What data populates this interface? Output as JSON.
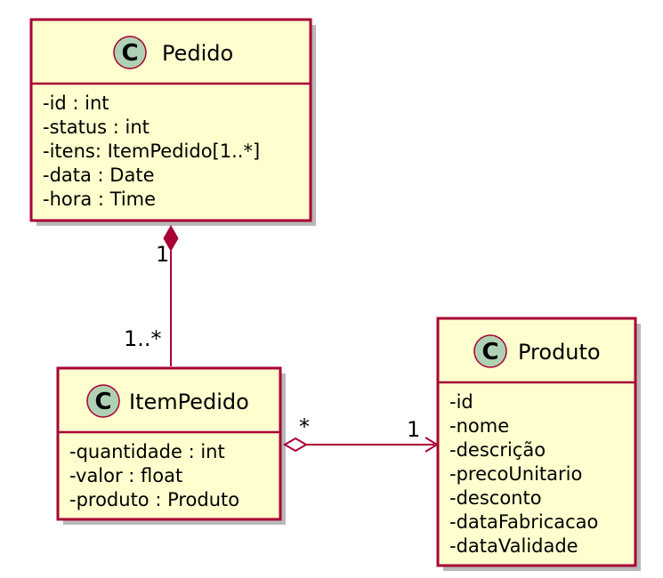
{
  "classes": {
    "pedido": {
      "badge": "C",
      "name": "Pedido",
      "attributes": [
        "-id : int",
        "-status : int",
        "-itens: ItemPedido[1..*]",
        "-data : Date",
        "-hora : Time"
      ]
    },
    "itempedido": {
      "badge": "C",
      "name": "ItemPedido",
      "attributes": [
        "-quantidade : int",
        "-valor : float",
        "-produto : Produto"
      ]
    },
    "produto": {
      "badge": "C",
      "name": "Produto",
      "attributes": [
        "-id",
        "-nome",
        "-descrição",
        "-precoUnitario",
        "-desconto",
        "-dataFabricacao",
        "-dataValidade"
      ]
    }
  },
  "relations": {
    "pedido_item": {
      "kind": "composition",
      "source_multiplicity": "1",
      "target_multiplicity": "1..*"
    },
    "item_produto": {
      "kind": "aggregation",
      "source_multiplicity": "*",
      "target_multiplicity": "1"
    }
  },
  "colors": {
    "class_fill": "#FEFECE",
    "border": "#A80036",
    "badge_fill": "#ADD1B2"
  }
}
